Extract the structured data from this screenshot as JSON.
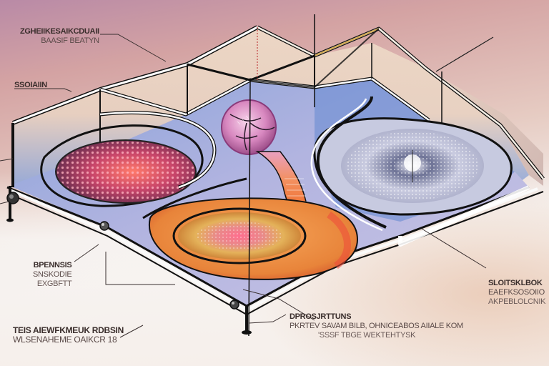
{
  "diagram": {
    "colors": {
      "frame": "#111111",
      "frame_highlight": "#ffffff",
      "surface_blue": "#6f8fd0",
      "surface_lavender": "#aab0de",
      "red_disc": "#c0405a",
      "pink_sphere": "#d68cc0",
      "orange_basin": "#e8893a",
      "grey_disc": "#9ea4bf",
      "background_top": "#b98aa6",
      "background_bottom": "#f3ece8"
    },
    "labels": [
      {
        "id": "top-left",
        "lines": [
          "ZGHEIIKESAIKCDUAII",
          "BAASIF BEATYN"
        ]
      },
      {
        "id": "left-mid",
        "lines": [
          "SSOIAIIN"
        ]
      },
      {
        "id": "left-lower",
        "lines": [
          "BPENNSIS",
          "SNSKODIE",
          "EXGBFTT"
        ]
      },
      {
        "id": "bottom-left",
        "lines": [
          "TEIS AIEWFKMEUK RDBSIN",
          "WLSENAHEME OAIKCR 18"
        ]
      },
      {
        "id": "bottom-center",
        "lines": [
          "DPROSJRTTUNS",
          "PKRTEV SAVAM BILB, OHNICEABOS AIIALE KOM",
          "'SSSF TBGE WEKTEHTYSK"
        ]
      },
      {
        "id": "right-lower",
        "lines": [
          "SLOITSKLBOK",
          "EAEFKSOSOIIO",
          "AKPEBLOLCNIK"
        ]
      }
    ],
    "components": [
      {
        "name": "red-grid-disc"
      },
      {
        "name": "pink-sphere"
      },
      {
        "name": "orange-basin"
      },
      {
        "name": "grey-particle-disc"
      },
      {
        "name": "frame-structure"
      }
    ]
  }
}
